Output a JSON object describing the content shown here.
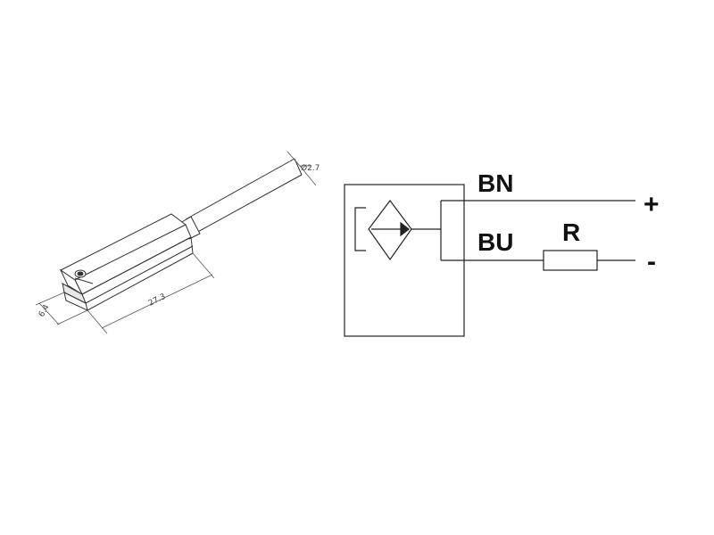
{
  "drawing": {
    "diameter_label": "Ø2.7",
    "length_label": "27.3",
    "width_label": "6.4"
  },
  "schematic": {
    "brown_wire_label": "BN",
    "blue_wire_label": "BU",
    "resistor_label": "R",
    "positive_terminal": "+",
    "negative_terminal": "-"
  },
  "colors": {
    "line": "#222222",
    "dimension": "#555555",
    "background": "#ffffff"
  }
}
